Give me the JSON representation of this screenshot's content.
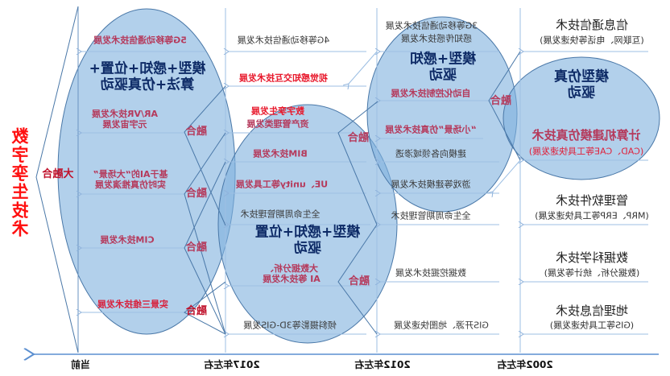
{
  "title": "数字孪生技术",
  "big_fusion": "大融合",
  "fusion_label": "融合",
  "axis": {
    "now": "当前",
    "y2017": "2017年左右",
    "y2012": "2012年左右",
    "y2002": "2002年左右"
  },
  "col2002": {
    "comm_title": "信息通信技术",
    "comm_sub": "(互联网、电话等快速发展)",
    "driver": [
      "模型仿真",
      "驱动"
    ],
    "sim_title": "计算机建模仿真技术",
    "sim_sub": "(CAD、CAE等工具快速发展)",
    "mgmt_title": "管理软件技术",
    "mgmt_sub": "(MRP、ERP等工具快速发展)",
    "data_title": "数据科学技术",
    "data_sub": "(数据分析、统计等发展)",
    "geo_title": "地理信息技术",
    "geo_sub": "(GIS等工具快速发展)"
  },
  "col2012": {
    "comm": [
      "3G等移动通信技术发展",
      "感知传感技术发展"
    ],
    "driver": [
      "模型+感知",
      "驱动"
    ],
    "auto": "自动化控制技术发展",
    "small_scene": "“小场景”仿真技术发展",
    "modeling": "建模向各领域渗透",
    "game": "游戏等建模技术发展",
    "plm": "全生命周期管理技术",
    "mining": "数据挖掘技术发展",
    "gis": "GIS开源、地图快速发展"
  },
  "col2017": {
    "comm": "4G等移动通信技术发展",
    "vision": "视觉感知交互技术发展",
    "twin": [
      "数字孪生发展",
      "资产管理类发展"
    ],
    "bim": "BIM技术发展",
    "tools": "UE、unity等工具发展",
    "plm": "全生命周期管理技术",
    "driver": [
      "模型+感知+位置",
      "驱动"
    ],
    "ai": [
      "大数据分析、",
      "AI 等技术发展"
    ],
    "gis3d": "倾斜摄影等3D-GIS发展"
  },
  "colNow": {
    "comm": "5G等移动通信技术发展",
    "driver": [
      "模型+感知+位置+",
      "算法+仿真驱动"
    ],
    "arvr": [
      "AR/VR技术发展",
      "元宇宙发展"
    ],
    "ai_scene": [
      "基于AI的“大场景”",
      "实时仿真推演发展"
    ],
    "cim": "CIM技术发展",
    "reality3d": "实景三维技术发展"
  },
  "colors": {
    "ellipse": "#8db8e2",
    "stroke": "#4a7cb0",
    "navy": "#0d2a66",
    "red": "#e8192c",
    "maroon": "#b53a5c"
  }
}
